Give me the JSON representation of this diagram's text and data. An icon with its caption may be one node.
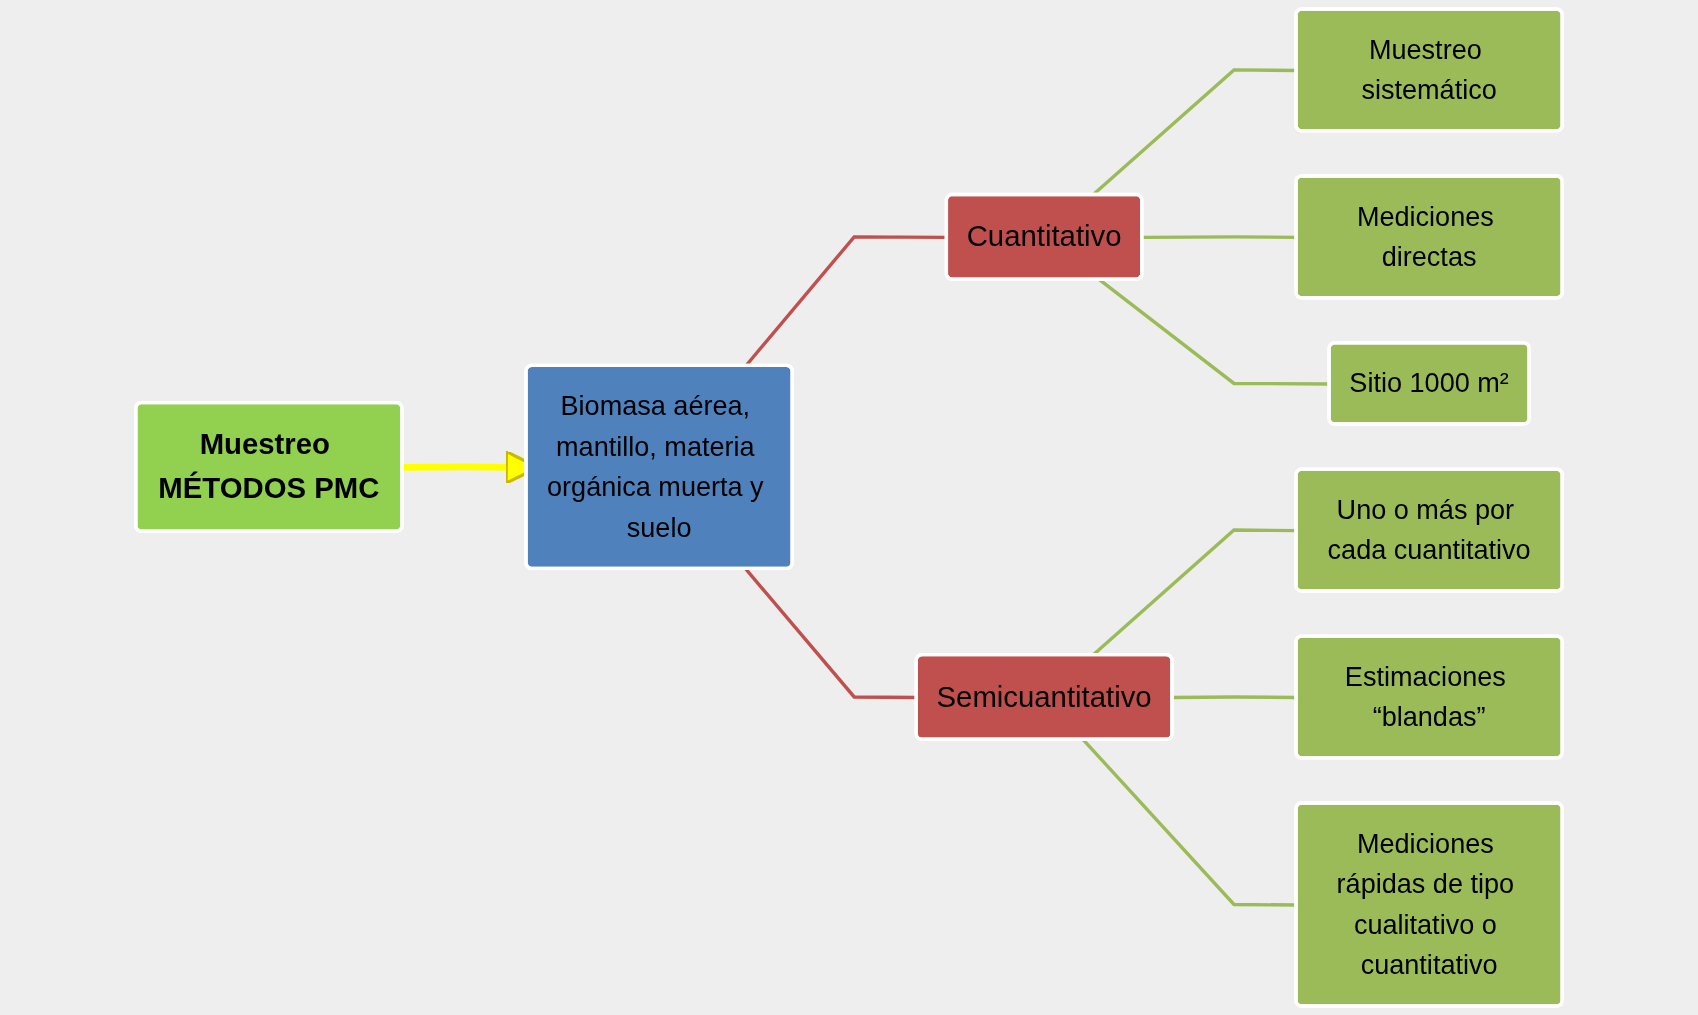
{
  "diagram": {
    "nodes": [
      {
        "text": [
          "Muestreo MÉTODOS PMC"
        ]
      },
      {
        "text": [
          "Biomasa aérea, mantillo, materia orgánica muerta y suelo"
        ]
      },
      {
        "text": [
          "Cuantitativo"
        ]
      },
      {
        "text": [
          "Semicuantitativo"
        ]
      },
      {
        "text": [
          "Muestreo sistemático"
        ]
      },
      {
        "text": [
          "Mediciones directas"
        ]
      },
      {
        "text": [
          "Sitio 1000 m²"
        ]
      },
      {
        "text": [
          "Uno o más por cada cuantitativo"
        ]
      },
      {
        "text": [
          "Estimaciones “blandas”"
        ]
      },
      {
        "text": [
          "Mediciones rápidas de tipo cualitativo o cuantitativo"
        ]
      }
    ],
    "edges": [
      {
        "from": 0,
        "to": 1,
        "arrow": "to",
        "style": "thick",
        "color": "#ffff00"
      },
      {
        "from": 1,
        "to": 2,
        "arrow": "none",
        "color": "#c0504d"
      },
      {
        "from": 1,
        "to": 3,
        "arrow": "none",
        "color": "#c0504d"
      },
      {
        "from": 2,
        "to": 4,
        "arrow": "none"
      },
      {
        "from": 2,
        "to": 5,
        "arrow": "none"
      },
      {
        "from": 2,
        "to": 6,
        "arrow": "none"
      },
      {
        "from": 3,
        "to": 7,
        "arrow": "none"
      },
      {
        "from": 3,
        "to": 8,
        "arrow": "none"
      },
      {
        "from": 3,
        "to": 9,
        "arrow": "none"
      }
    ]
  }
}
